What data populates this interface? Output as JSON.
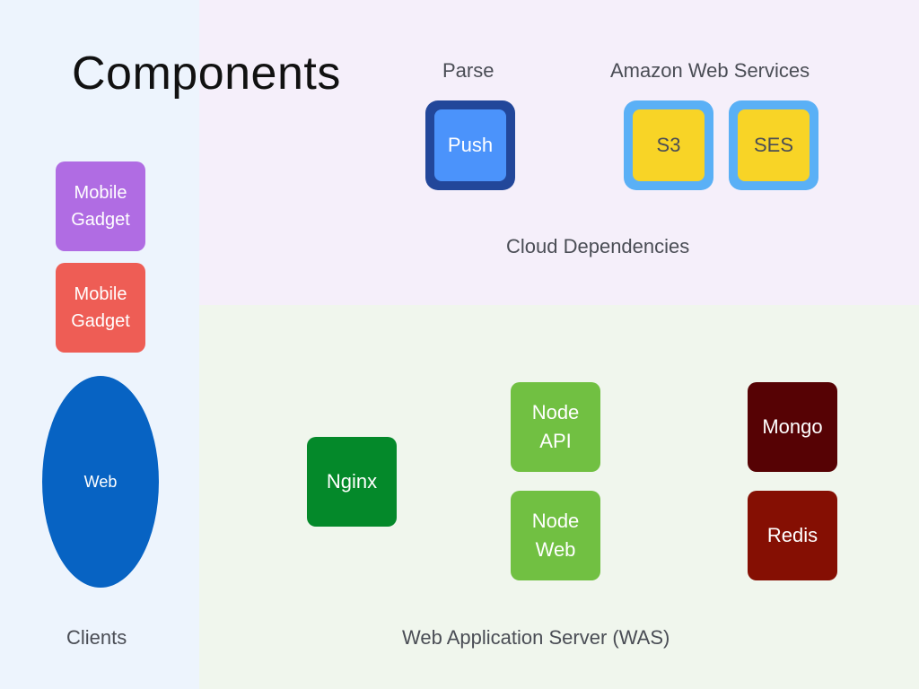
{
  "title": "Components",
  "regions": {
    "clients": {
      "label": "Clients"
    },
    "cloud": {
      "label": "Cloud Dependencies"
    },
    "was": {
      "label": "Web Application Server (WAS)"
    }
  },
  "groups": {
    "parse": "Parse",
    "aws": "Amazon Web Services"
  },
  "components": {
    "push": "Push",
    "s3": "S3",
    "ses": "SES",
    "mobile_gadget_1": "Mobile\nGadget",
    "mobile_gadget_2": "Mobile\nGadget",
    "web": "Web",
    "nginx": "Nginx",
    "node_api": "Node\nAPI",
    "node_web": "Node\nWeb",
    "mongo": "Mongo",
    "redis": "Redis"
  },
  "colors": {
    "clients_bg": "#edf4fd",
    "cloud_bg": "#f5effa",
    "was_bg": "#f0f6ed",
    "push_fill": "#4b93fb",
    "push_border": "#22479a",
    "aws_fill": "#f8d426",
    "aws_border": "#5ab0f6",
    "mobile_purple": "#b06ce3",
    "mobile_red": "#ee5d55",
    "web_blue": "#0763c3",
    "nginx_green": "#04892a",
    "node_green": "#71c042",
    "mongo_maroon": "#560204",
    "redis_red": "#850f03"
  }
}
